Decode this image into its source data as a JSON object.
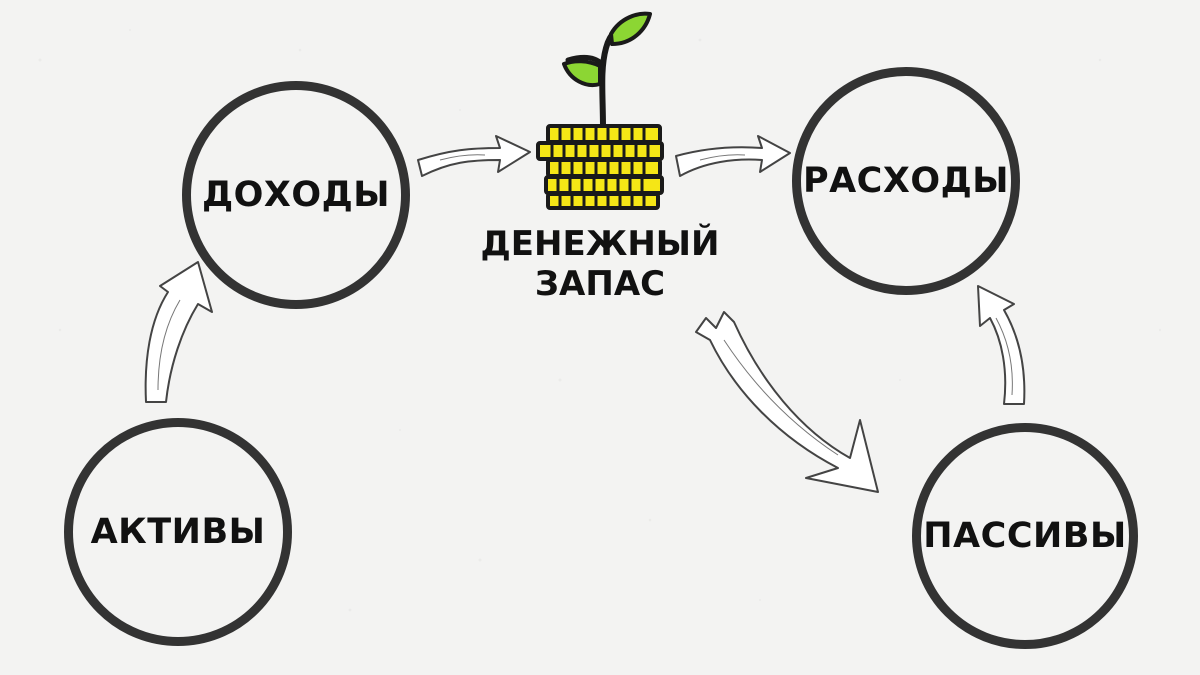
{
  "diagram": {
    "nodes": {
      "income": "ДОХОДЫ",
      "expenses": "РАСХОДЫ",
      "assets": "АКТИВЫ",
      "liabilities": "ПАССИВЫ"
    },
    "money_reserve": {
      "line1": "ДЕНЕЖНЫЙ",
      "line2": "ЗАПАС"
    },
    "edges": [
      {
        "from": "assets",
        "to": "income"
      },
      {
        "from": "income",
        "to": "money_reserve"
      },
      {
        "from": "money_reserve",
        "to": "expenses"
      },
      {
        "from": "money_reserve",
        "to": "liabilities"
      },
      {
        "from": "liabilities",
        "to": "expenses"
      }
    ]
  },
  "colors": {
    "background": "#f3f3f2",
    "outline": "#333333",
    "coin_fill": "#f5e616",
    "leaf_fill": "#8cd633",
    "text": "#111111"
  },
  "icons": [
    "coin-stack-icon",
    "sprout-icon"
  ]
}
